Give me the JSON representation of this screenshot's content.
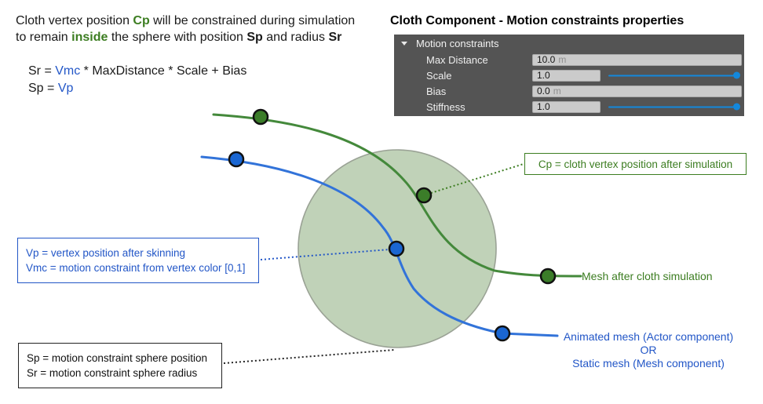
{
  "intro": {
    "l1a": "Cloth vertex position ",
    "l1b": "Cp",
    "l1c": " will be constrained during simulation",
    "l2a": "to remain ",
    "l2b": "inside",
    "l2c": " the sphere with position ",
    "l2d": "Sp",
    "l2e": " and radius ",
    "l2f": "Sr"
  },
  "formulas": {
    "f1a": "Sr = ",
    "f1b": "Vmc",
    "f1c": " * MaxDistance * Scale + Bias",
    "f2a": "Sp = ",
    "f2b": "Vp"
  },
  "panel": {
    "title": "Cloth Component - Motion constraints properties",
    "group_label": "Motion constraints",
    "collapse_icon": "triangle-down-icon",
    "rows": [
      {
        "label": "Max Distance",
        "value": "10.0",
        "unit": "m",
        "slider": false
      },
      {
        "label": "Scale",
        "value": "1.0",
        "unit": "",
        "slider": true,
        "slider_position": 1.0
      },
      {
        "label": "Bias",
        "value": "0.0",
        "unit": "m",
        "slider": false
      },
      {
        "label": "Stiffness",
        "value": "1.0",
        "unit": "",
        "slider": true,
        "slider_position": 1.0
      }
    ]
  },
  "callouts": {
    "cp_box": "Cp = cloth vertex position after simulation",
    "vp_box_line1": "Vp = vertex position after skinning",
    "vp_box_line2": "Vmc = motion constraint from vertex color [0,1]",
    "sp_box_line1": "Sp = motion constraint sphere position",
    "sp_box_line2": "Sr = motion constraint sphere radius",
    "green_mesh_label": "Mesh after cloth simulation",
    "blue_mesh_line1": "Animated mesh (Actor component)",
    "blue_mesh_line2": "OR",
    "blue_mesh_line3": "Static mesh (Mesh component)"
  },
  "colors": {
    "green_text": "#3c7d21",
    "green_curve": "#44893b",
    "green_dot": "#3b7d29",
    "blue_text": "#2256c7",
    "blue_curve": "#3273d9",
    "blue_dot": "#1a66d2",
    "sphere_fill": "#c0d2b8",
    "sphere_stroke": "#9aa295",
    "panel_bg": "#545454",
    "field_bg": "#cbcbcb",
    "slider_blue": "#1388dc"
  }
}
